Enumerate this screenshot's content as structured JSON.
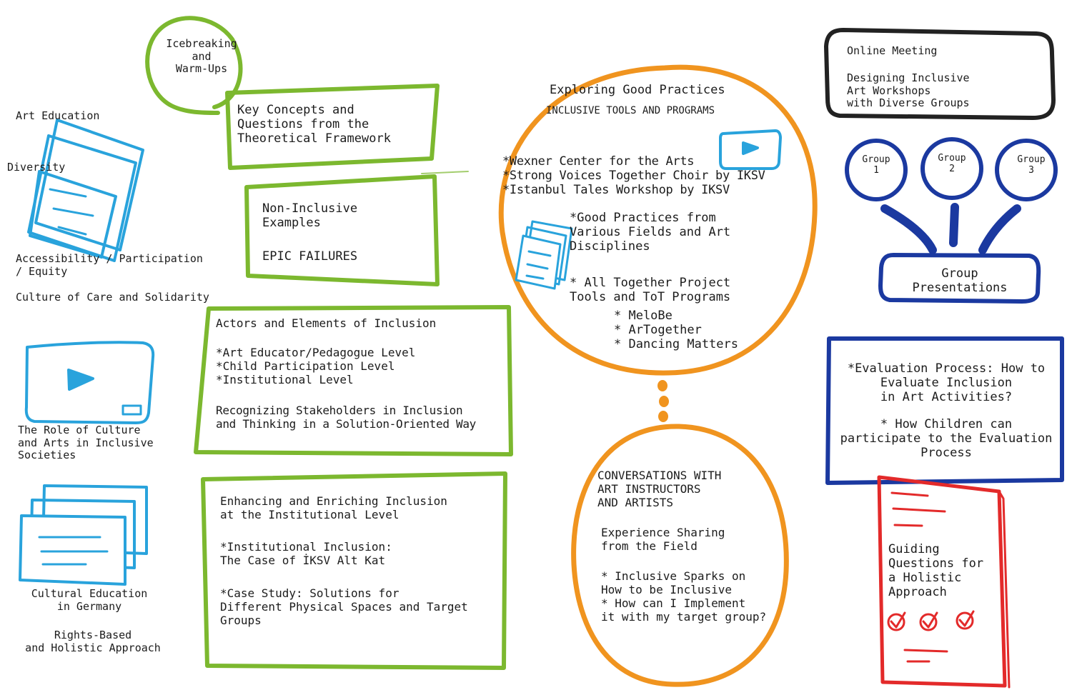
{
  "colors": {
    "green": "#7cb82f",
    "orange": "#f0941f",
    "blue": "#1b39a0",
    "cyan": "#29a3dc",
    "red": "#e32a2a",
    "black": "#222222"
  },
  "left": {
    "art_education": "Art Education",
    "diversity": "Diversity",
    "accessibility": "Accessibility / Participation\n/ Equity",
    "culture_of_care": "Culture of Care and Solidarity",
    "role_of_culture": "The Role of Culture\nand Arts in Inclusive\nSocieties",
    "cultural_education": "Cultural Education\nin Germany",
    "rights_based": "Rights-Based\nand Holistic Approach"
  },
  "green": {
    "icebreaking": "Icebreaking\nand\nWarm-Ups",
    "key_concepts": "Key Concepts and\nQuestions from the\nTheoretical Framework",
    "non_inclusive": "Non-Inclusive\nExamples",
    "epic_failures": "EPIC FAILURES",
    "actors_title": "Actors and Elements of Inclusion",
    "actors_levels": "*Art Educator/Pedagogue Level\n*Child Participation Level\n*Institutional Level",
    "actors_recognizing": "Recognizing Stakeholders in Inclusion\nand Thinking in a Solution-Oriented Way",
    "enhancing_title": "Enhancing and Enriching Inclusion\nat the Institutional Level",
    "institutional_case": "*Institutional Inclusion:\nThe Case of İKSV Alt Kat",
    "case_study": "*Case Study: Solutions for\nDifferent Physical Spaces and Target\nGroups"
  },
  "orange": {
    "exploring_title": "Exploring Good Practices",
    "exploring_sub": "INCLUSIVE TOOLS AND PROGRAMS",
    "practices": "*Wexner Center for the Arts\n*Strong Voices Together Choir by IKSV\n*Istanbul Tales Workshop by IKSV",
    "good_practices": "*Good Practices from\nVarious Fields and Art\nDisciplines",
    "all_together": "* All Together Project\nTools and ToT Programs",
    "projects": "* MeloBe\n* ArTogether\n* Dancing Matters",
    "conversations": "CONVERSATIONS WITH\nART INSTRUCTORS\nAND ARTISTS",
    "experience": "Experience Sharing\nfrom the Field",
    "sparks": "* Inclusive Sparks on\nHow to be Inclusive\n* How can I Implement\nit with my target group?"
  },
  "right": {
    "online_title": "Online Meeting",
    "online_sub": "Designing Inclusive\nArt Workshops\nwith Diverse Groups",
    "group1": "Group\n1",
    "group2": "Group\n2",
    "group3": "Group\n3",
    "group_presentations": "Group\nPresentations",
    "evaluation": "*Evaluation Process: How to\nEvaluate Inclusion\nin Art Activities?",
    "children": "* How Children can\nparticipate to the Evaluation\nProcess",
    "guiding": "Guiding\nQuestions for\na Holistic\nApproach"
  }
}
